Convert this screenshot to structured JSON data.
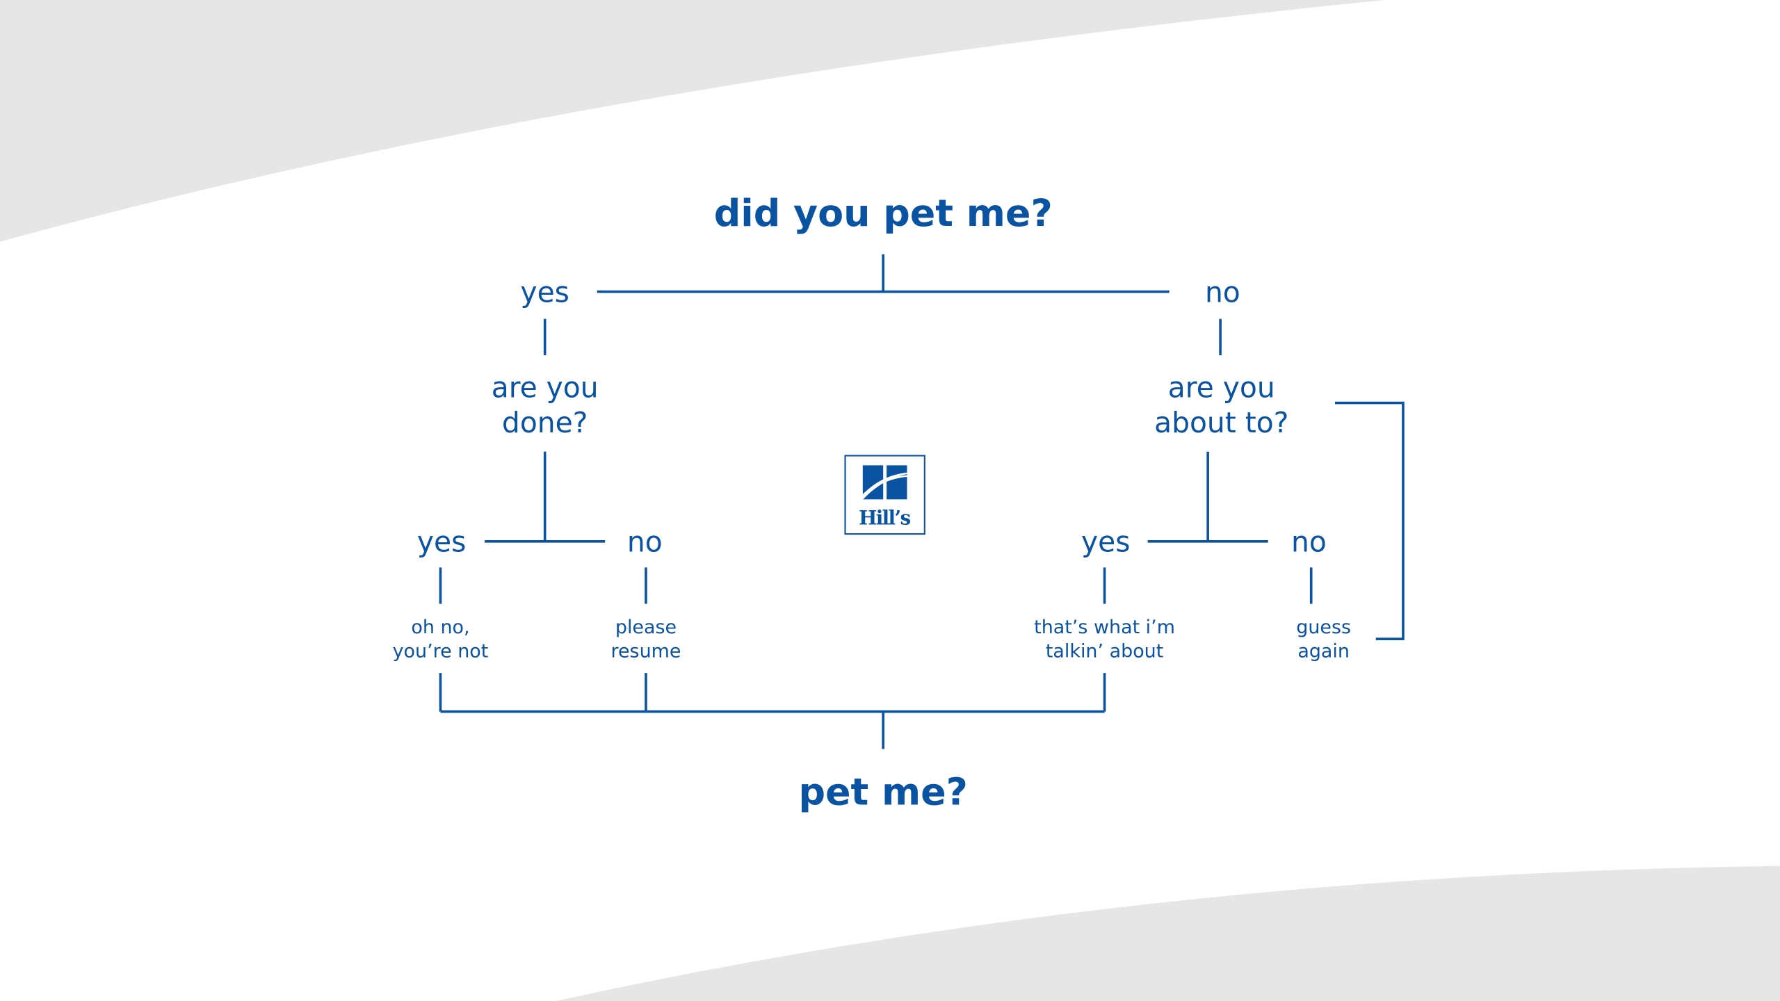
{
  "colors": {
    "primary": "#0a53a3",
    "background_shape": "#e6e6e6"
  },
  "title": "did you pet me?",
  "branches": {
    "yes": {
      "label": "yes",
      "question": [
        "are you",
        "done?"
      ],
      "yes": {
        "label": "yes",
        "result": [
          "oh no,",
          "you’re not"
        ]
      },
      "no": {
        "label": "no",
        "result": [
          "please",
          "resume"
        ]
      }
    },
    "no": {
      "label": "no",
      "question": [
        "are you",
        "about to?"
      ],
      "yes": {
        "label": "yes",
        "result": [
          "that’s what i’m",
          "talkin’ about"
        ]
      },
      "no": {
        "label": "no",
        "result": [
          "guess",
          "again"
        ]
      }
    }
  },
  "conclusion": "pet me?",
  "logo": {
    "text": "Hill’s",
    "icon": "hills-logo"
  }
}
